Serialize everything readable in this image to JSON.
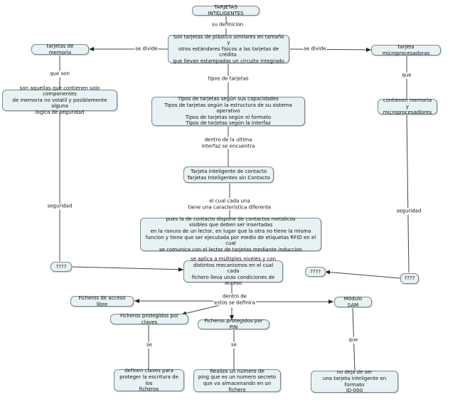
{
  "colors": {
    "node_fill": "#e8f1f3",
    "node_border": "#7d8a8e",
    "line": "#444444"
  },
  "nodes": {
    "title": "TARJETAS INTELIGENTES",
    "definition": "Son tarjetas de plástico  similares en tamaño y\notros estándares físicos a las tarjetas de crédito.\nque llevan estampadas un circuito integrado",
    "memory_cards": "tarjetas de memoria",
    "microprocessor_cards": "tarjeta microprocesadoras",
    "memory_desc": "son aquellas que contienen solo componentes\nde memoria no volatil y posiblemente alguna\nlogica de seguridad",
    "micro_desc": "contienen memoria y\nmicroprocesadiores",
    "types": "Tipos de tarjetas según sus capacidades\nTipos de tarjetas según la estructura de su sistema operativo\nTipos de tarjetas según el formato\nTipos de tarjetas según la interfaz",
    "contact": "Tarjeta inteligente de contacto\nTarjetas Inteligentes sin Contacto",
    "contact_desc": "pues la de contacto dispone de contactos metalicos\nvisibles que deben ser insertadas\nen la ranura de un lector, en lugar que la otra no tiene la misma\nfuncion y tiene que ser ejecutada por medio de etiquetas RFID en el cual\nse comunica con el lector de tarjetas mediante induccion",
    "q_left": "????",
    "q_right": "????",
    "q_far_right": "????",
    "levels": "se aplica a multiples niveles y con\ndistintos mecanismos en el cual cada\nfichero lleva unas condiciones de acceso",
    "free_files": "Ficheros de acceso libre",
    "key_files": "Ficheros protegidos por claves",
    "pin_files": "Ficheros protegidos por PIN",
    "sam": "Módulo SAM",
    "key_desc": "definen claves para\nproteger la escritura de los\nficheros",
    "pin_desc": "Realiza un numero de\nping que es un numero secreto\nque va almacenando en un fichero",
    "sam_desc": "no deja de ser\nuna tarjeta inteligente en formato\nID-000"
  },
  "links": {
    "su_definicion": "su definicion",
    "se_divide_left": "se divide",
    "se_divide_right": "se divide",
    "que_son": "que son",
    "que": "que",
    "tipos_de_tarjetas": "tipos de tarjetas",
    "dentro_ultima": "dentro de la ultima\ninterfaz se encuentra",
    "el_cual": "el cual cada una\ntiene una caracteristica diferente",
    "seguridad_left": "seguridad",
    "seguridad_right": "seguridad",
    "dentro_estos": "dentro de\nestos se definira",
    "se_key": "se",
    "se_pin": "se",
    "que_sam": "que"
  }
}
